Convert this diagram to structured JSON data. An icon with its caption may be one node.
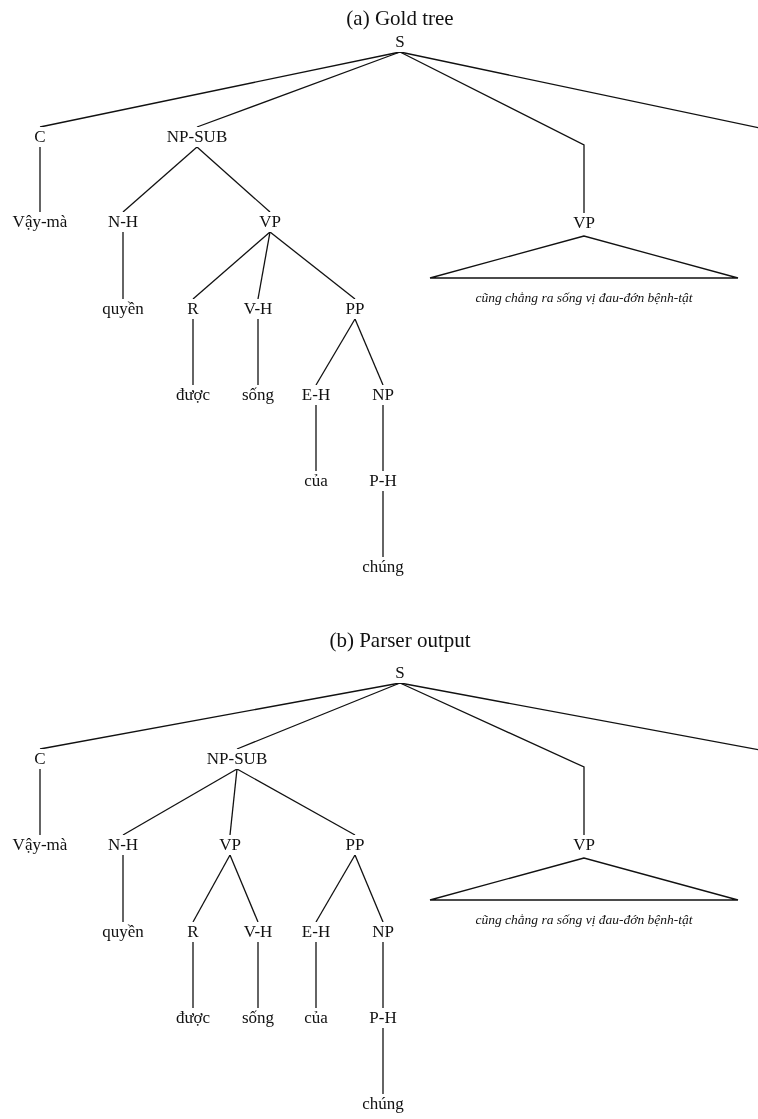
{
  "diagram": {
    "nodes": [
      {
        "text": [
          "S"
        ]
      },
      {
        "text": [
          "C"
        ]
      },
      {
        "text": [
          "NP-SUB"
        ]
      },
      {
        "text": [
          "VP"
        ]
      },
      {
        "text": [
          "Vậy-mà"
        ]
      },
      {
        "text": [
          "N-H"
        ]
      },
      {
        "text": [
          "VP"
        ]
      },
      {
        "text": [
          "cũng chẳng ra sống vị đau-đớn bệnh-tật"
        ]
      },
      {
        "text": [
          "quyền"
        ]
      },
      {
        "text": [
          "R"
        ]
      },
      {
        "text": [
          "V-H"
        ]
      },
      {
        "text": [
          "PP"
        ]
      },
      {
        "text": [
          "được"
        ]
      },
      {
        "text": [
          "sống"
        ]
      },
      {
        "text": [
          "E-H"
        ]
      },
      {
        "text": [
          "NP"
        ]
      },
      {
        "text": [
          "của"
        ]
      },
      {
        "text": [
          "P-H"
        ]
      },
      {
        "text": [
          "chúng"
        ]
      },
      {
        "text": [
          "S"
        ]
      },
      {
        "text": [
          "C"
        ]
      },
      {
        "text": [
          "NP-SUB"
        ]
      },
      {
        "text": [
          "VP"
        ]
      },
      {
        "text": [
          "Vậy-mà"
        ]
      },
      {
        "text": [
          "N-H"
        ]
      },
      {
        "text": [
          "VP"
        ]
      },
      {
        "text": [
          "PP"
        ]
      },
      {
        "text": [
          "cũng chẳng ra sống vị đau-đớn bệnh-tật"
        ]
      },
      {
        "text": [
          "quyền"
        ]
      },
      {
        "text": [
          "R"
        ]
      },
      {
        "text": [
          "V-H"
        ]
      },
      {
        "text": [
          "E-H"
        ]
      },
      {
        "text": [
          "NP"
        ]
      },
      {
        "text": [
          "được"
        ]
      },
      {
        "text": [
          "sống"
        ]
      },
      {
        "text": [
          "của"
        ]
      },
      {
        "text": [
          "P-H"
        ]
      },
      {
        "text": [
          "chúng"
        ]
      }
    ],
    "edges": [
      {
        "from": 0,
        "to": 1,
        "arrow": "none"
      },
      {
        "from": 0,
        "to": 2,
        "arrow": "none"
      },
      {
        "from": 0,
        "to": 3,
        "arrow": "none"
      },
      {
        "from": 0,
        "to": null,
        "arrow": "none"
      },
      {
        "from": 1,
        "to": 4,
        "arrow": "none"
      },
      {
        "from": 2,
        "to": 5,
        "arrow": "none"
      },
      {
        "from": 2,
        "to": 6,
        "arrow": "none"
      },
      {
        "from": 5,
        "to": 8,
        "arrow": "none"
      },
      {
        "from": 6,
        "to": 9,
        "arrow": "none"
      },
      {
        "from": 6,
        "to": 10,
        "arrow": "none"
      },
      {
        "from": 6,
        "to": 11,
        "arrow": "none"
      },
      {
        "from": 9,
        "to": 12,
        "arrow": "none"
      },
      {
        "from": 10,
        "to": 13,
        "arrow": "none"
      },
      {
        "from": 11,
        "to": 14,
        "arrow": "none"
      },
      {
        "from": 11,
        "to": 15,
        "arrow": "none"
      },
      {
        "from": 14,
        "to": 16,
        "arrow": "none"
      },
      {
        "from": 15,
        "to": 17,
        "arrow": "none"
      },
      {
        "from": 17,
        "to": 18,
        "arrow": "none"
      },
      {
        "from": 19,
        "to": 20,
        "arrow": "none"
      },
      {
        "from": 19,
        "to": 21,
        "arrow": "none"
      },
      {
        "from": 19,
        "to": 22,
        "arrow": "none"
      },
      {
        "from": 19,
        "to": null,
        "arrow": "none"
      },
      {
        "from": 20,
        "to": 23,
        "arrow": "none"
      },
      {
        "from": 21,
        "to": 24,
        "arrow": "none"
      },
      {
        "from": 21,
        "to": 25,
        "arrow": "none"
      },
      {
        "from": 21,
        "to": 26,
        "arrow": "none"
      },
      {
        "from": 24,
        "to": 28,
        "arrow": "none"
      },
      {
        "from": 25,
        "to": 29,
        "arrow": "none"
      },
      {
        "from": 25,
        "to": 30,
        "arrow": "none"
      },
      {
        "from": 26,
        "to": 31,
        "arrow": "none"
      },
      {
        "from": 26,
        "to": 32,
        "arrow": "none"
      },
      {
        "from": 29,
        "to": 33,
        "arrow": "none"
      },
      {
        "from": 30,
        "to": 34,
        "arrow": "none"
      },
      {
        "from": 31,
        "to": 35,
        "arrow": "none"
      },
      {
        "from": 32,
        "to": 36,
        "arrow": "none"
      },
      {
        "from": 36,
        "to": 37,
        "arrow": "none"
      }
    ],
    "labels": [
      "(a) Gold tree",
      "(b) Parser output"
    ]
  }
}
